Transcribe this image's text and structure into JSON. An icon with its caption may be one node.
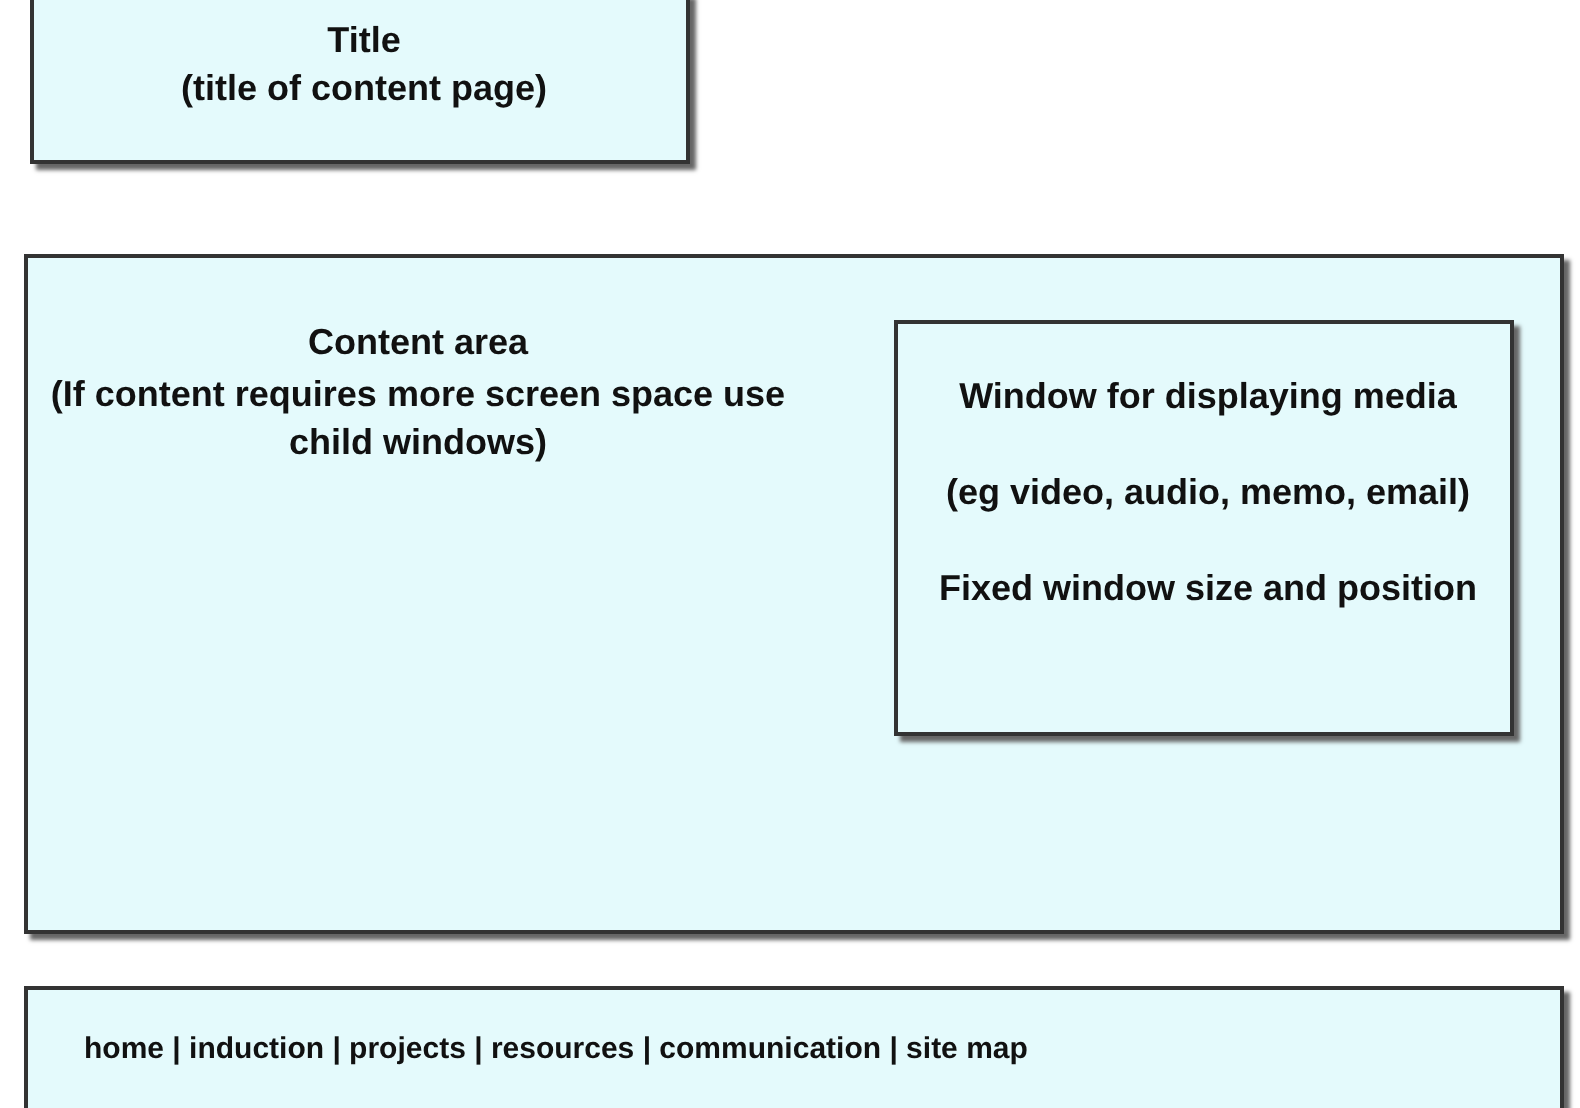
{
  "diagram": {
    "nodes": [
      {
        "text": [
          "Title",
          "(title of content page)"
        ]
      },
      {
        "text": [
          "Content area",
          "(If content requires more screen space use child windows)"
        ]
      },
      {
        "text": [
          "Window for displaying media",
          "(eg video, audio, memo, email)",
          "Fixed window size and position"
        ],
        "in": 1
      },
      {
        "text": [
          "home | induction | projects | resources | communication | site map"
        ]
      }
    ]
  }
}
